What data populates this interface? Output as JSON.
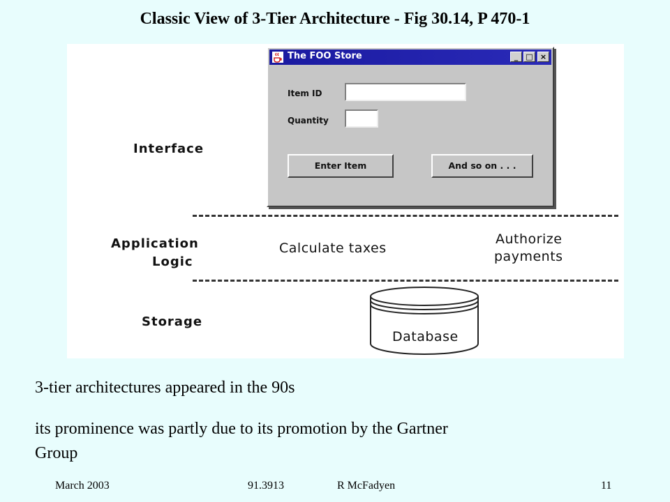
{
  "title": "Classic View of 3-Tier Architecture - Fig 30.14, P 470-1",
  "figure": {
    "tiers": {
      "interface": "Interface",
      "application_line1": "Application",
      "application_line2": "Logic",
      "storage": "Storage"
    },
    "window": {
      "title": "The FOO Store",
      "minimize_glyph": "_",
      "maximize_glyph": "□",
      "close_glyph": "×",
      "item_id_label": "Item ID",
      "item_id_value": "",
      "quantity_label": "Quantity",
      "quantity_value": "",
      "enter_item_button": "Enter Item",
      "and_so_on_button": "And so on . . ."
    },
    "logic": {
      "calculate": "Calculate taxes",
      "authorize_line1": "Authorize",
      "authorize_line2": "payments"
    },
    "storage": {
      "database": "Database"
    }
  },
  "body": {
    "line1": "3-tier architectures appeared in the 90s",
    "line2a": "its prominence was partly due to its promotion by the Gartner",
    "line2b": "Group"
  },
  "footer": {
    "date": "March 2003",
    "course": "91.3913",
    "author": "R McFadyen",
    "page": "11"
  }
}
